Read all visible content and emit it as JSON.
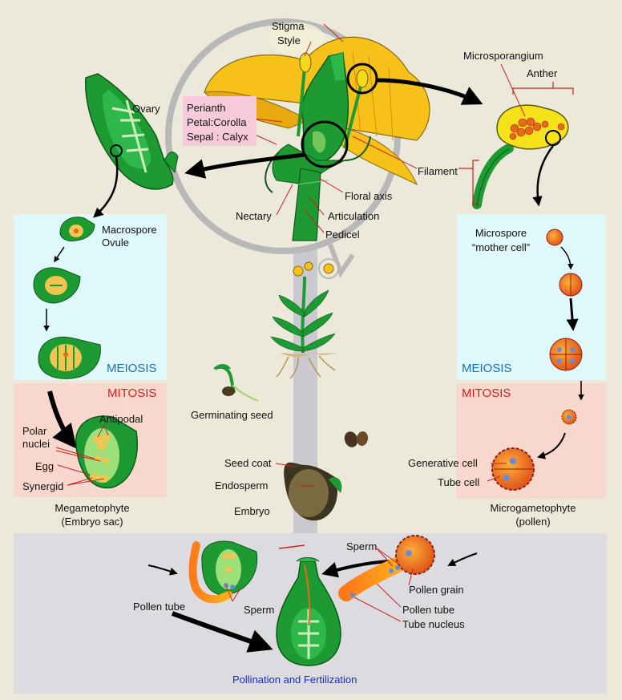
{
  "labels": {
    "stigma": "Stigma",
    "style": "Style",
    "microsporangium": "Microsporangium",
    "anther": "Anther",
    "ovary": "Ovary",
    "perianth": "Perianth",
    "petal_corolla": "Petal:Corolla",
    "sepal_calyx": "Sepal : Calyx",
    "filament": "Filament",
    "floral_axis": "Floral axis",
    "nectary": "Nectary",
    "articulation": "Articulation",
    "pedicel": "Pedicel",
    "macrospore": "Macrospore",
    "ovule": "Ovule",
    "microspore": "Microspore",
    "mother_cell": "“mother cell”",
    "meiosis_left": "MEIOSIS",
    "meiosis_right": "MEIOSIS",
    "mitosis_left": "MITOSIS",
    "mitosis_right": "MITOSIS",
    "antipodal": "Antipodal",
    "polar": "Polar",
    "nuclei": "nuclei",
    "egg": "Egg",
    "synergid": "Synergid",
    "megametophyte": "Megametophyte",
    "embryo_sac": "(Embryo sac)",
    "germinating_seed": "Germinating seed",
    "seed_coat": "Seed coat",
    "endosperm": "Endosperm",
    "embryo": "Embryo",
    "generative_cell": "Generative cell",
    "tube_cell": "Tube cell",
    "microgametophyte": "Microgametophyte",
    "pollen": "(pollen)",
    "sperm_right": "Sperm",
    "pollen_grain": "Pollen grain",
    "pollen_tube_right": "Pollen tube",
    "tube_nucleus": "Tube nucleus",
    "pollen_tube_left": "Pollen tube",
    "sperm_left": "Sperm",
    "pollination_title": "Pollination and Fertilization"
  },
  "colors": {
    "background": "#ece8da",
    "meiosis_box": "#dff8fb",
    "mitosis_box": "#f8d8cc",
    "fertilization_box": "#dcdce0",
    "perianth_box": "#f6cadb",
    "plant_green": "#1d9a32",
    "dark_green": "#0d6b20",
    "petal_yellow": "#f6c21a",
    "pollen_orange": "#e8691a",
    "meiosis_text": "#1a6fb5",
    "mitosis_text": "#cc2222",
    "title_text": "#1a2ad8"
  }
}
